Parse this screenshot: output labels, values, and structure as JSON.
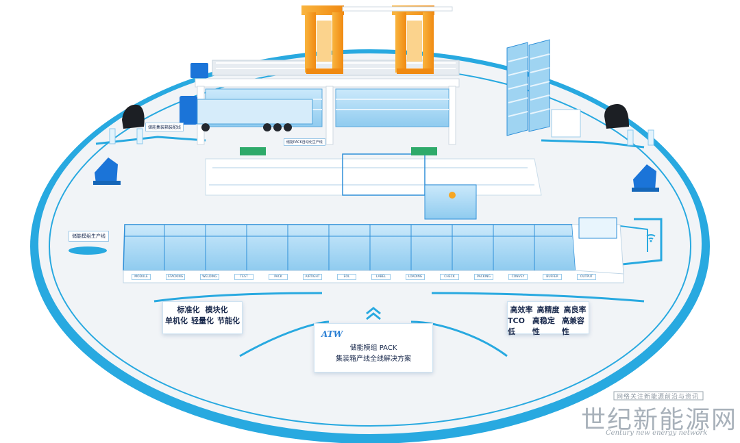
{
  "colors": {
    "ring": "#28a9e0",
    "floor": "#f1f4f7",
    "glass": "#9fd4f2",
    "frame": "#2e8fd8",
    "crane": "#f6a623",
    "accent_blue": "#1b74d8",
    "dark_car": "#1c1f24",
    "navy_text": "#1a2a4d",
    "logo_blue": "#2a7fd4"
  },
  "labels": {
    "container_line": "储能集装箱装配线",
    "module_line": "储能模组生产线",
    "pack_line": "储能PACK自动化生产线"
  },
  "panels": {
    "left": {
      "line1": [
        "标准化",
        "模块化"
      ],
      "line2": [
        "单机化",
        "轻量化",
        "节能化"
      ]
    },
    "right": {
      "line1": [
        "高效率",
        "高精度",
        "高良率"
      ],
      "line2": [
        "TCO低",
        "高稳定性",
        "高兼容性"
      ]
    }
  },
  "center_card": {
    "logo": "ATW",
    "line1": "储能模组 PACK",
    "line2": "集装箱产线全线解决方案"
  },
  "stations": [
    "MODULE",
    "STACKING",
    "WELDING",
    "TEST",
    "PACK",
    "AIRTIGHT",
    "EOL",
    "LABEL",
    "LOADING",
    "CHECK",
    "PACKING",
    "CONVEY",
    "BUFFER",
    "OUTPUT"
  ],
  "icons": {
    "center_chevron": "double-chevron-up-icon",
    "left_robot": "robot-arm-icon",
    "right_robot": "robot-arm-icon",
    "left_car": "car-icon",
    "right_car": "car-icon",
    "wifi": "wifi-icon"
  },
  "watermark": {
    "subtitle": "网络关注新能源前沿与资讯",
    "title": "世纪新能源网",
    "english": "Century new energy network"
  }
}
